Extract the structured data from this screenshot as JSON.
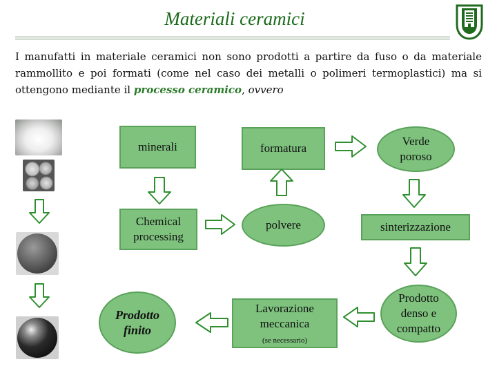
{
  "header": {
    "title": "Materiali ceramici"
  },
  "intro": {
    "part1": "I manufatti in materiale ceramici non sono prodotti a partire da fuso o da materiale rammollito e poi formati (come nel caso dei metalli o polimeri termoplastici) ma si ottengono mediante il ",
    "highlight": "processo ceramico",
    "part2": ", ",
    "italic": "ovvero"
  },
  "nodes": {
    "minerali": "minerali",
    "formatura": "formatura",
    "verde_line1": "Verde",
    "verde_line2": "poroso",
    "chemical_line1": "Chemical",
    "chemical_line2": "processing",
    "polvere": "polvere",
    "sinterizzazione": "sinterizzazione",
    "prodotto_finito_line1": "Prodotto",
    "prodotto_finito_line2": "finito",
    "lavorazione_line1": "Lavorazione",
    "lavorazione_line2": "meccanica",
    "lavorazione_note": "(se necessario)",
    "denso_line1": "Prodotto",
    "denso_line2": "denso e",
    "denso_line3": "compatto"
  },
  "colors": {
    "node_fill": "#7ec27e",
    "node_border": "#5aa25a",
    "title": "#1a6a1a",
    "highlight": "#2a7a2a",
    "arrow_border": "#2f8f2f"
  },
  "icons": {
    "logo": "university-logo-icon",
    "arrow": "outlined-block-arrow-icon"
  }
}
